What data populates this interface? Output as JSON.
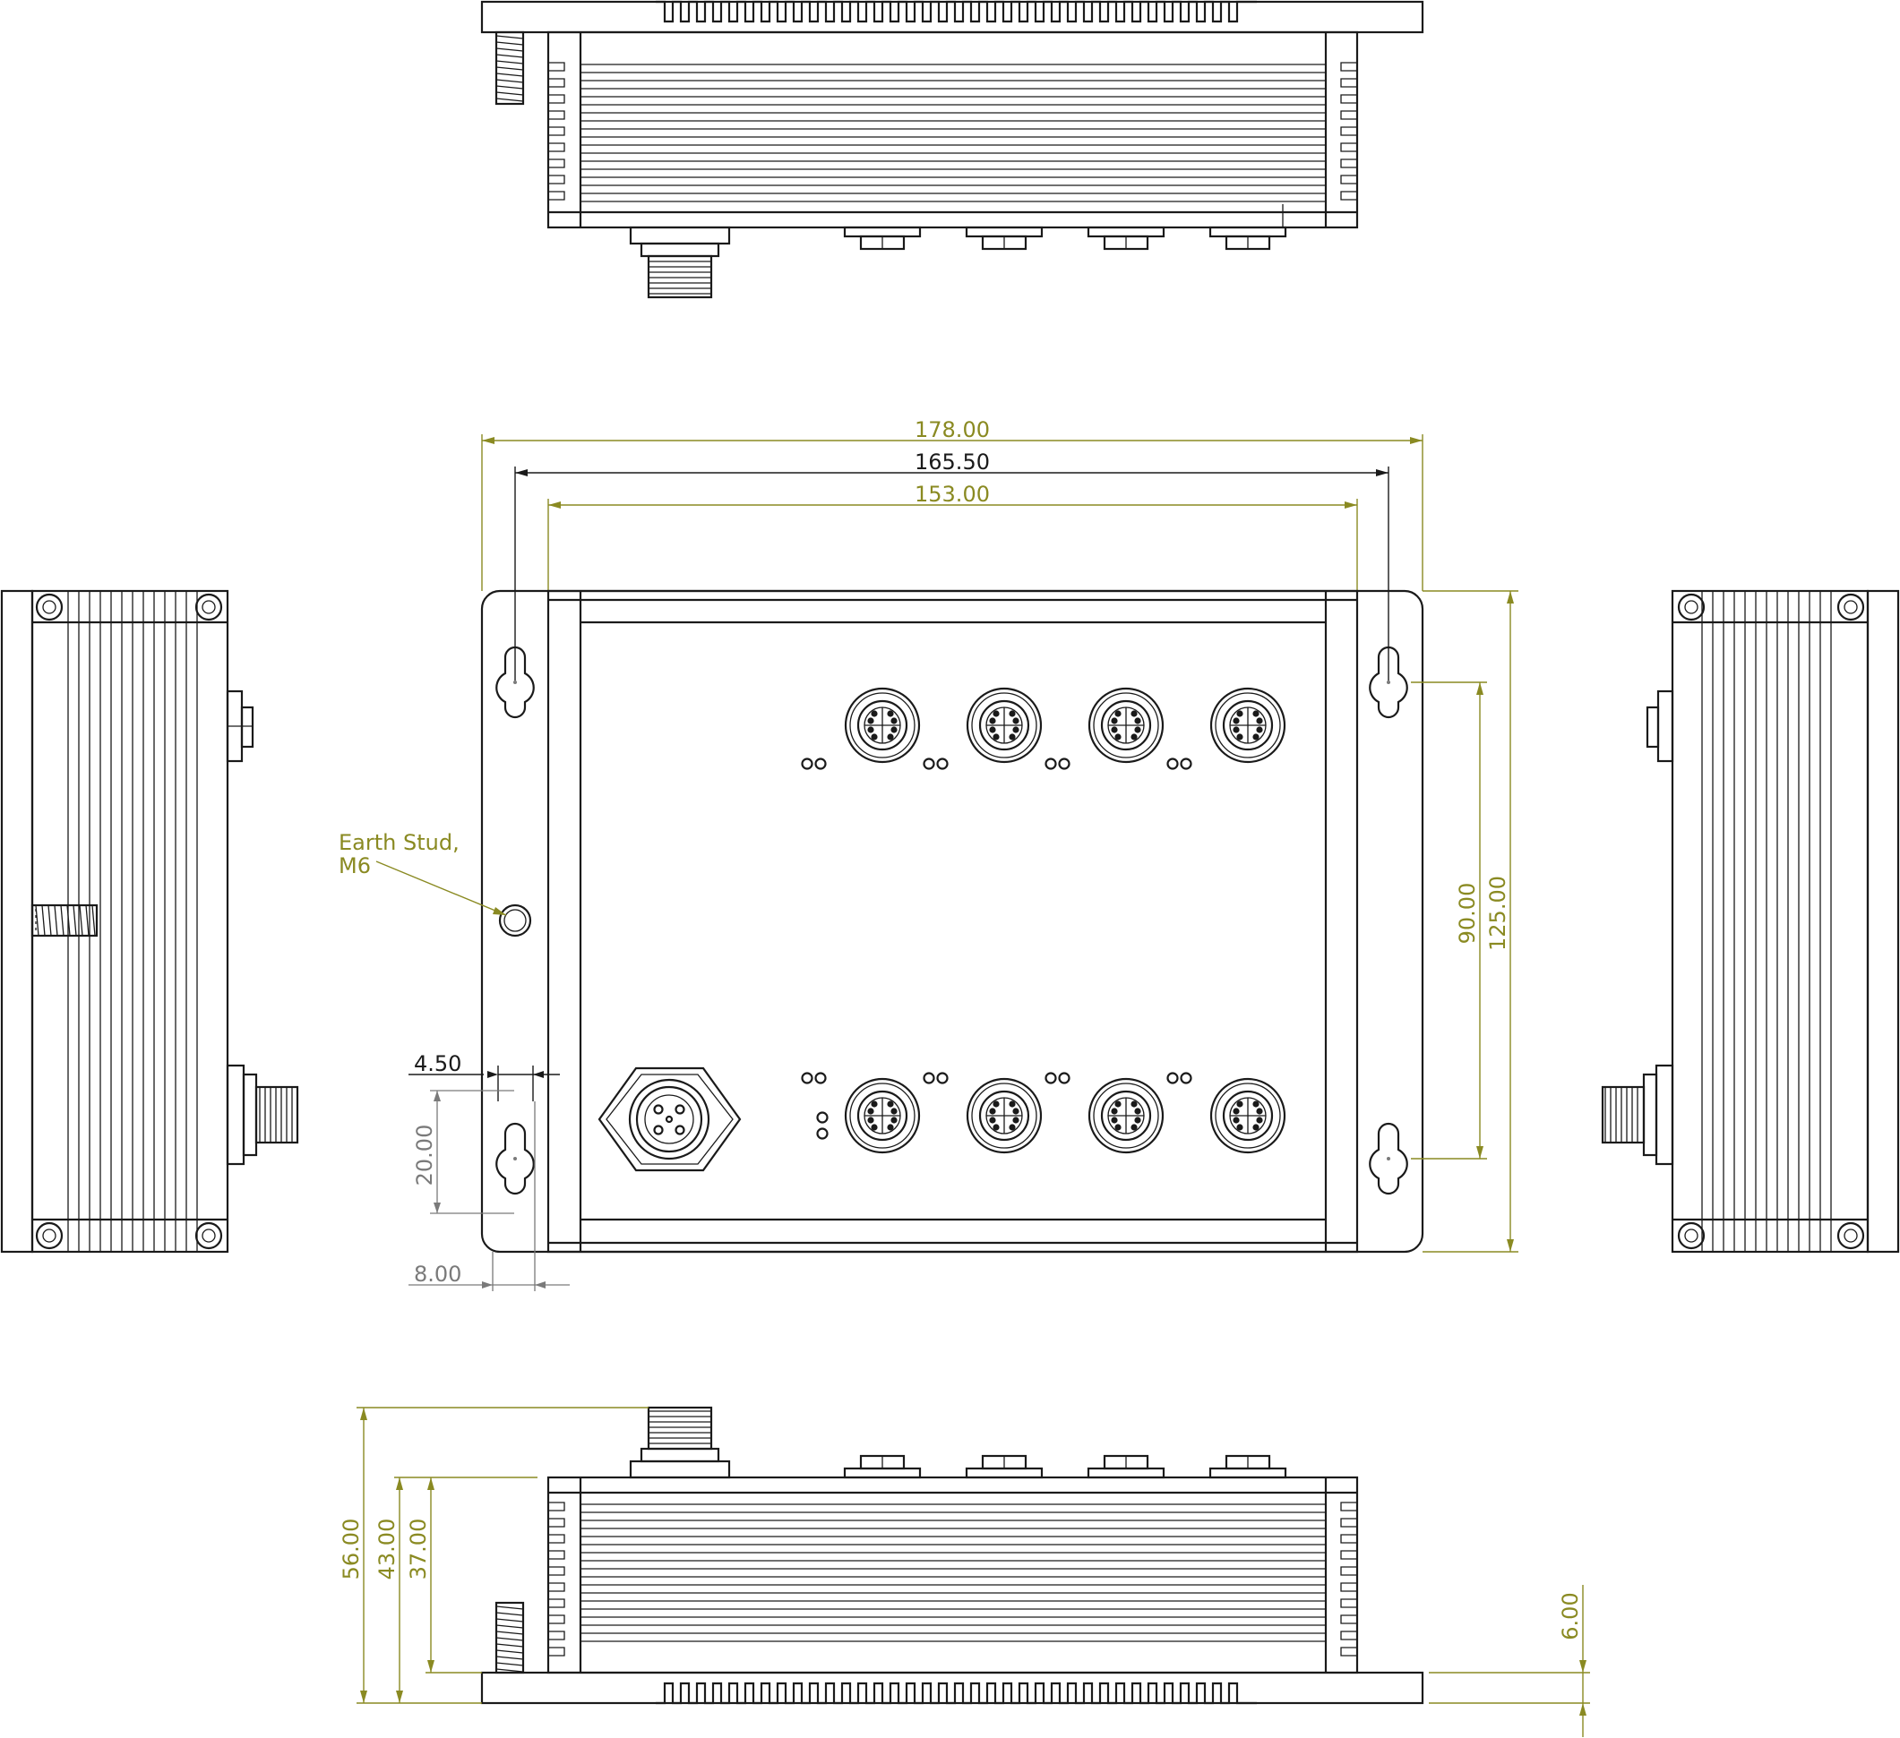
{
  "colors": {
    "line": "#1a1a1a",
    "dim_olive": "#8a8a22",
    "dim_dark": "#1a1a1a",
    "dim_gray": "#7a7a7a",
    "background": "#ffffff"
  },
  "dimensions": {
    "overall_width": "178.00",
    "hole_pitch_width": "165.50",
    "body_width": "153.00",
    "hole_pitch_height": "90.00",
    "overall_height": "125.00",
    "slot_offset": "4.50",
    "slot_length": "20.00",
    "edge_offset": "8.00",
    "total_height": "56.00",
    "housing_height": "43.00",
    "body_height": "37.00",
    "flange_thickness": "6.00"
  },
  "annotations": {
    "earth_stud_line1": "Earth Stud,",
    "earth_stud_line2": "M6"
  }
}
